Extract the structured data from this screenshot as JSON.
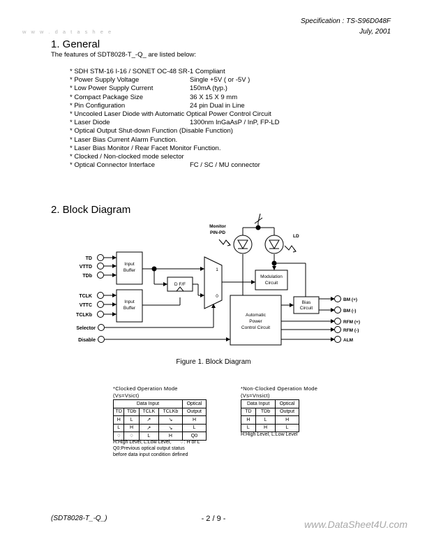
{
  "header": {
    "watermark": "w w w . d a t a s h e e",
    "spec": "Specification : TS-S96D048F",
    "date": "July, 2001"
  },
  "section1": {
    "heading": "1. General",
    "intro": "The features of SDT8028-T_-Q_ are listed below:",
    "features": [
      {
        "name": "* SDH STM-16 I-16 / SONET OC-48 SR-1 Compliant",
        "value": ""
      },
      {
        "name": "* Power Supply Voltage",
        "value": "Single +5V ( or -5V )"
      },
      {
        "name": "* Low Power Supply Current",
        "value": "150mA (typ.)"
      },
      {
        "name": "* Compact Package Size",
        "value": "36 X 15 X 9 mm"
      },
      {
        "name": "* Pin Configuration",
        "value": "24 pin Dual in Line"
      },
      {
        "name": "* Uncooled Laser Diode with Automatic Optical Power Control Circuit",
        "value": ""
      },
      {
        "name": "* Laser Diode",
        "value": "1300nm InGaAsP / InP, FP-LD"
      },
      {
        "name": "* Optical Output Shut-down Function (Disable Function)",
        "value": ""
      },
      {
        "name": "* Laser Bias Current Alarm Function.",
        "value": ""
      },
      {
        "name": "* Laser Bias Monitor / Rear Facet Monitor Function.",
        "value": ""
      },
      {
        "name": "* Clocked / Non-clocked mode selector",
        "value": ""
      },
      {
        "name": "* Optical Connector Interface",
        "value": "FC / SC / MU connector"
      }
    ]
  },
  "section2": {
    "heading": "2. Block Diagram",
    "caption": "Figure 1.  Block Diagram",
    "diagram": {
      "inputs_data": [
        "TD",
        "VTTD",
        "TDb"
      ],
      "inputs_clock": [
        "TCLK",
        "VTTC",
        "TCLKb"
      ],
      "selector": "Selector",
      "disable": "Disable",
      "input_buffer": [
        "Input",
        "Buffer"
      ],
      "dff": "D F/F",
      "mux_in1": "1",
      "mux_in0": "0",
      "modulation": [
        "Modulation",
        "Circuit"
      ],
      "bias": [
        "Bias",
        "Circuit"
      ],
      "apc": [
        "Automatic",
        "Power",
        "Control Circuit"
      ],
      "monitor_label": [
        "Monitor",
        "PIN-PD"
      ],
      "ld_label": "LD",
      "outputs": [
        "BM (+)",
        "BM (-)",
        "RFM (+)",
        "RFM (-)",
        "ALM"
      ]
    }
  },
  "truth_clocked": {
    "title": [
      "*Clocked Operation Mode",
      "(Vs=Vsict)"
    ],
    "group_header": "Data Input",
    "optical_header": "Optical",
    "columns": [
      "TD",
      "TDb",
      "TCLK",
      "TCLKb",
      "Output"
    ],
    "rows": [
      [
        "H",
        "L",
        "↗",
        "↘",
        "H"
      ],
      [
        "L",
        "H",
        "↗",
        "↘",
        "L"
      ],
      [
        "♢",
        "♢",
        "L",
        "H",
        "Q0"
      ]
    ],
    "notes": [
      "H:High Level, L:Low Level,",
      "♢: H or L",
      "Q0:Previous optical output status",
      "before data input condition defined"
    ]
  },
  "truth_nonclocked": {
    "title": [
      "*Non-Clocked Operation Mode",
      "(Vs=Vnsict)"
    ],
    "group_header": "Data Input",
    "optical_header": "Optical",
    "columns": [
      "TD",
      "TDb",
      "Output"
    ],
    "rows": [
      [
        "H",
        "L",
        "H"
      ],
      [
        "L",
        "H",
        "L"
      ]
    ],
    "notes": [
      "H:High Level, L:Low Level"
    ]
  },
  "footer": {
    "part": "(SDT8028-T_-Q_)",
    "page": "- 2 / 9 -",
    "watermark": "www.DataSheet4U.com"
  }
}
